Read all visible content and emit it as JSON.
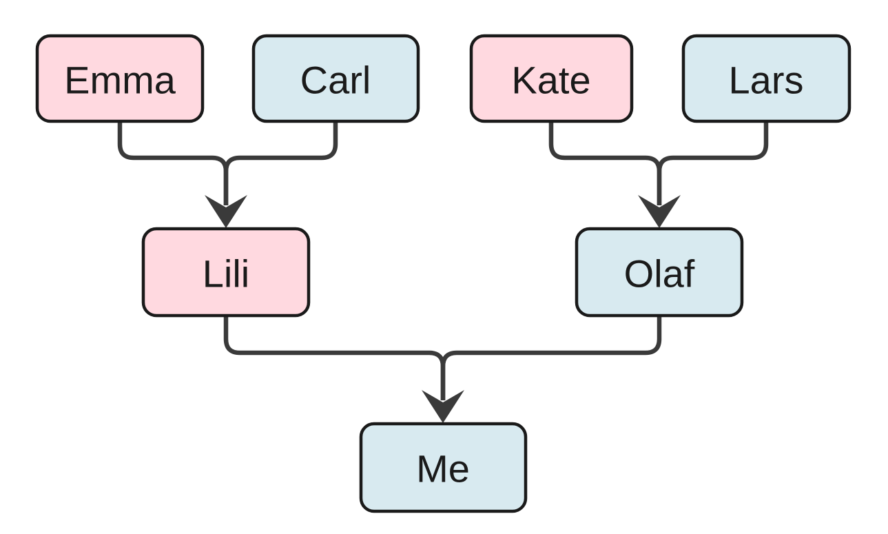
{
  "diagram": {
    "type": "family-tree",
    "nodes": {
      "emma": {
        "label": "Emma",
        "gender_color": "female"
      },
      "carl": {
        "label": "Carl",
        "gender_color": "male"
      },
      "kate": {
        "label": "Kate",
        "gender_color": "female"
      },
      "lars": {
        "label": "Lars",
        "gender_color": "male"
      },
      "lili": {
        "label": "Lili",
        "gender_color": "female"
      },
      "olaf": {
        "label": "Olaf",
        "gender_color": "male"
      },
      "me": {
        "label": "Me",
        "gender_color": "male"
      }
    },
    "edges": [
      {
        "from": "Emma",
        "to": "Lili"
      },
      {
        "from": "Carl",
        "to": "Lili"
      },
      {
        "from": "Kate",
        "to": "Olaf"
      },
      {
        "from": "Lars",
        "to": "Olaf"
      },
      {
        "from": "Lili",
        "to": "Me"
      },
      {
        "from": "Olaf",
        "to": "Me"
      }
    ]
  },
  "colors": {
    "female_fill": "#ffd9e0",
    "male_fill": "#d8eaf0",
    "node_border": "#1a1a1a",
    "edge": "#3a3a3a",
    "text": "#1a1a1a",
    "background": "#ffffff"
  }
}
